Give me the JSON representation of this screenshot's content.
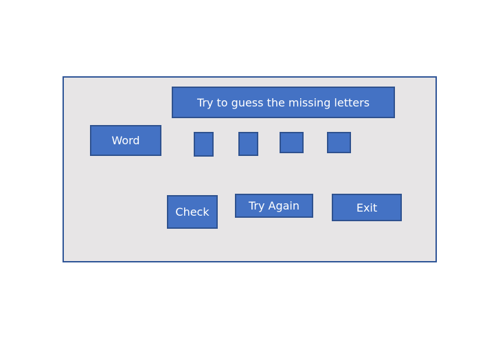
{
  "instruction": {
    "text": "Try to guess the missing letters"
  },
  "word": {
    "label": "Word"
  },
  "letter_slots": [
    {
      "value": ""
    },
    {
      "value": ""
    },
    {
      "value": ""
    },
    {
      "value": ""
    }
  ],
  "buttons": {
    "check": "Check",
    "try_again": "Try Again",
    "exit": "Exit"
  },
  "colors": {
    "accent": "#4472c4",
    "accent_border": "#2f528f",
    "panel_bg": "#e7e5e6",
    "panel_border": "#2f5597"
  }
}
